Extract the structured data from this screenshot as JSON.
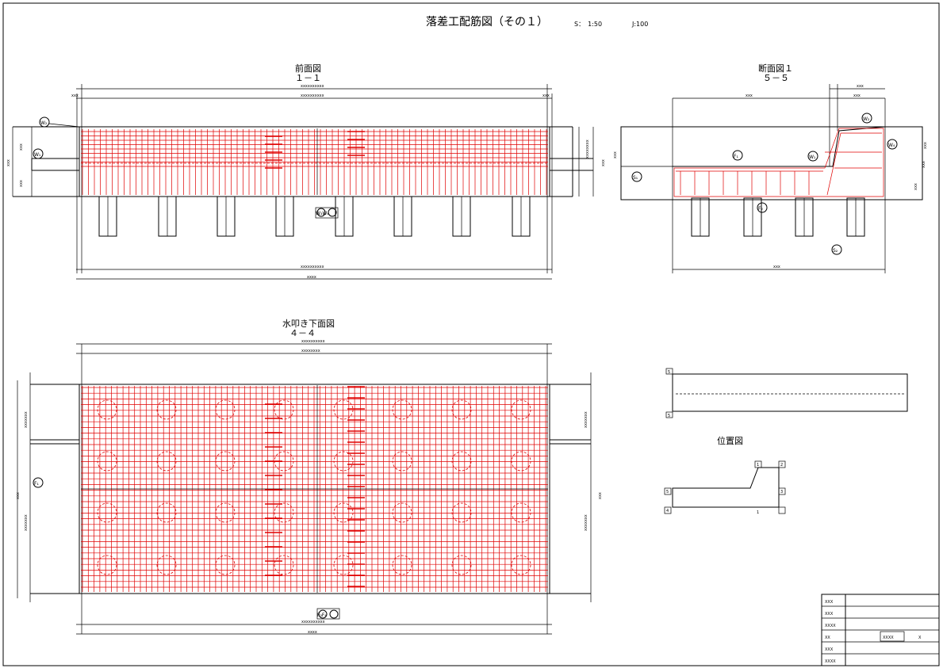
{
  "drawing": {
    "title": "落差工配筋図（その１）",
    "scale_s": "S：　1:50",
    "scale_j": "J:100"
  },
  "views": {
    "front": {
      "name": "前面図",
      "sub": "１－１"
    },
    "section": {
      "name": "断面図１",
      "sub": "５－５"
    },
    "plan": {
      "name": "水叩き下面図",
      "sub": "４－４"
    },
    "position": {
      "name": "位置図"
    }
  },
  "marks": {
    "w2": "W₂",
    "w1": "W₁",
    "w3w4": "W₃W₄",
    "s1": "S₁",
    "f1": "F₁",
    "f2": "F₂",
    "f3f4": "F₃F₄",
    "s2": "S₂",
    "w4": "W₄"
  },
  "dims": {
    "x3": "xxx",
    "x4": "xxxx",
    "x10": "xxxxxxxxxx",
    "x8": "xxxxxxxx",
    "x": "x"
  },
  "position_labels": [
    "1",
    "2",
    "3",
    "4",
    "5",
    "1"
  ],
  "key_labels": [
    "5",
    "5"
  ],
  "title_block": {
    "rows": [
      "XXX",
      "XXX",
      "XXXX",
      "XX",
      "XXX",
      "XXXX"
    ],
    "center": "XXXX",
    "right": "X"
  },
  "colors": {
    "rebar": "#e00000",
    "line": "#000000"
  }
}
